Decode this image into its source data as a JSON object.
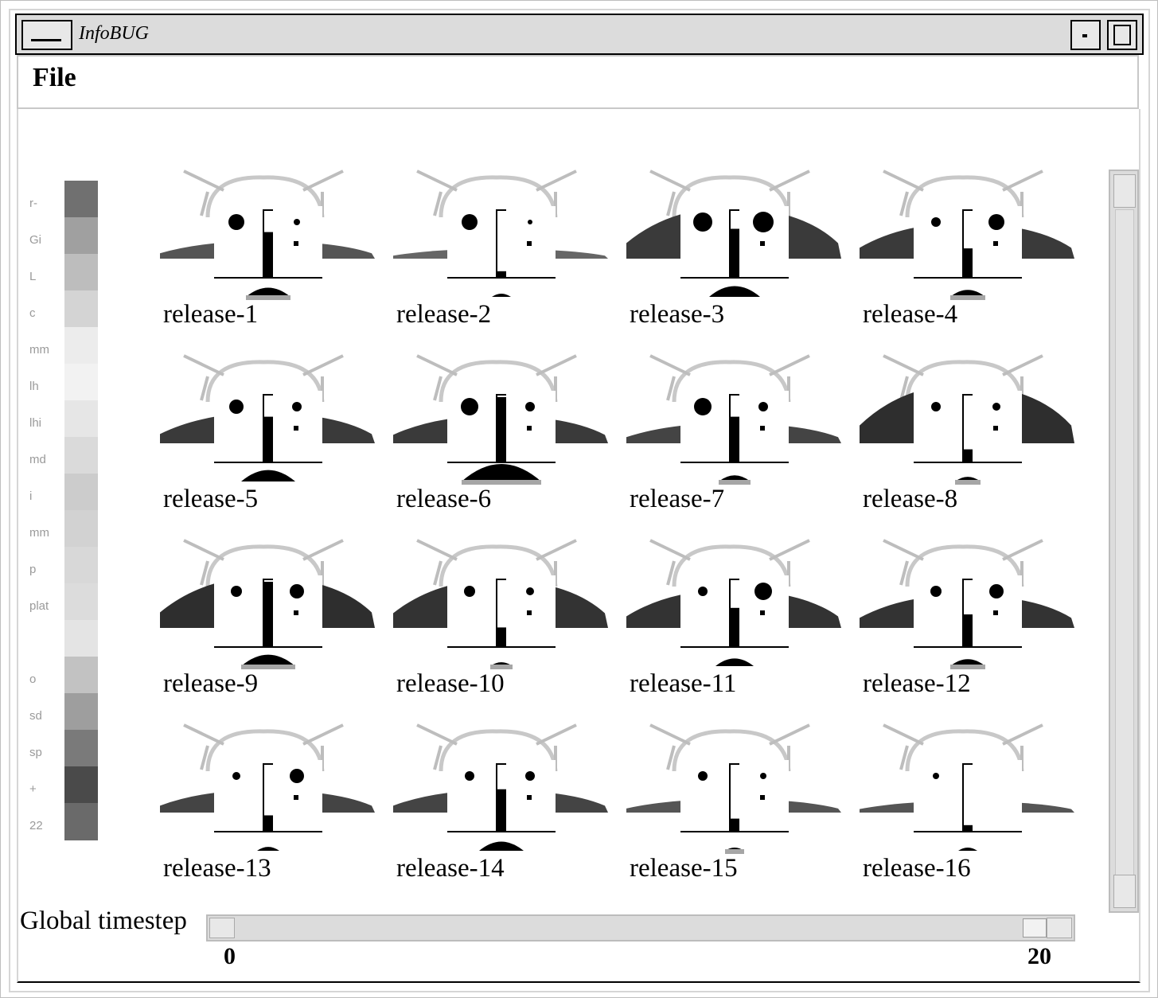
{
  "window": {
    "title": "InfoBUG"
  },
  "menu": {
    "file_label": "File"
  },
  "legend": {
    "labels": [
      "r-",
      "Gi",
      "L",
      "c",
      "mm",
      "lh",
      "lhi",
      "md",
      "i",
      "mm",
      "p",
      "plat",
      "",
      "o",
      "sd",
      "sp",
      "+",
      "22"
    ],
    "colors": [
      "#707070",
      "#a0a0a0",
      "#bdbdbd",
      "#d4d4d4",
      "#ececec",
      "#f2f2f2",
      "#e6e6e6",
      "#dadada",
      "#cccccc",
      "#d2d2d2",
      "#d8d8d8",
      "#dcdcdc",
      "#e4e4e4",
      "#c2c2c2",
      "#9e9e9e",
      "#7a7a7a",
      "#4a4a4a",
      "#6a6a6a"
    ]
  },
  "releases": [
    {
      "name": "release-1",
      "wing": 0.2,
      "wingTone": "#555555",
      "leftEye": 10,
      "rightEye": 4,
      "bar": 0.7,
      "dotsRight": [
        1,
        1
      ],
      "beard": 0.45,
      "beardBar": true
    },
    {
      "name": "release-2",
      "wing": 0.05,
      "wingTone": "#666666",
      "leftEye": 10,
      "rightEye": 3,
      "bar": 0.1,
      "dotsRight": [
        1,
        1
      ],
      "beard": 0.05,
      "beardBar": false
    },
    {
      "name": "release-3",
      "wing": 0.85,
      "wingTone": "#3a3a3a",
      "leftEye": 12,
      "rightEye": 13,
      "bar": 0.75,
      "dotsRight": [
        1,
        1
      ],
      "beard": 0.55,
      "beardBar": false
    },
    {
      "name": "release-4",
      "wing": 0.55,
      "wingTone": "#3a3a3a",
      "leftEye": 6,
      "rightEye": 10,
      "bar": 0.45,
      "dotsRight": [
        1,
        1
      ],
      "beard": 0.3,
      "beardBar": true
    },
    {
      "name": "release-5",
      "wing": 0.45,
      "wingTone": "#3a3a3a",
      "leftEye": 9,
      "rightEye": 6,
      "bar": 0.7,
      "dotsRight": [
        1,
        1
      ],
      "beard": 0.6,
      "beardBar": false
    },
    {
      "name": "release-6",
      "wing": 0.4,
      "wingTone": "#3a3a3a",
      "leftEye": 11,
      "rightEye": 6,
      "bar": 1.0,
      "dotsRight": [
        1,
        1
      ],
      "beard": 1.0,
      "beardBar": true
    },
    {
      "name": "release-7",
      "wing": 0.25,
      "wingTone": "#444444",
      "leftEye": 11,
      "rightEye": 6,
      "bar": 0.7,
      "dotsRight": [
        1,
        1
      ],
      "beard": 0.25,
      "beardBar": true
    },
    {
      "name": "release-8",
      "wing": 1.0,
      "wingTone": "#2e2e2e",
      "leftEye": 6,
      "rightEye": 5,
      "bar": 0.2,
      "dotsRight": [
        1,
        1
      ],
      "beard": 0.15,
      "beardBar": true
    },
    {
      "name": "release-9",
      "wing": 0.85,
      "wingTone": "#2e2e2e",
      "leftEye": 7,
      "rightEye": 9,
      "bar": 1.0,
      "dotsRight": [
        1,
        1
      ],
      "beard": 0.6,
      "beardBar": true
    },
    {
      "name": "release-10",
      "wing": 0.8,
      "wingTone": "#333333",
      "leftEye": 7,
      "rightEye": 5,
      "bar": 0.3,
      "dotsRight": [
        1,
        1
      ],
      "beard": 0.1,
      "beardBar": true
    },
    {
      "name": "release-11",
      "wing": 0.6,
      "wingTone": "#333333",
      "leftEye": 6,
      "rightEye": 11,
      "bar": 0.6,
      "dotsRight": [
        1,
        1
      ],
      "beard": 0.35,
      "beardBar": false
    },
    {
      "name": "release-12",
      "wing": 0.5,
      "wingTone": "#333333",
      "leftEye": 7,
      "rightEye": 9,
      "bar": 0.5,
      "dotsRight": [
        1,
        1
      ],
      "beard": 0.3,
      "beardBar": true
    },
    {
      "name": "release-13",
      "wing": 0.3,
      "wingTone": "#444444",
      "leftEye": 5,
      "rightEye": 9,
      "bar": 0.25,
      "dotsRight": [
        1,
        1
      ],
      "beard": 0.1,
      "beardBar": false
    },
    {
      "name": "release-14",
      "wing": 0.3,
      "wingTone": "#444444",
      "leftEye": 6,
      "rightEye": 6,
      "bar": 0.65,
      "dotsRight": [
        1,
        1
      ],
      "beard": 0.45,
      "beardBar": false
    },
    {
      "name": "release-15",
      "wing": 0.12,
      "wingTone": "#555555",
      "leftEye": 6,
      "rightEye": 4,
      "bar": 0.2,
      "dotsRight": [
        1,
        1
      ],
      "beard": 0.05,
      "beardBar": true
    },
    {
      "name": "release-16",
      "wing": 0.08,
      "wingTone": "#555555",
      "leftEye": 4,
      "rightEye": 0,
      "bar": 0.1,
      "dotsRight": [
        0,
        0
      ],
      "beard": 0.05,
      "beardBar": false
    }
  ],
  "timestep": {
    "label": "Global timestep",
    "min_label": "0",
    "max_label": "20",
    "value": 20
  }
}
